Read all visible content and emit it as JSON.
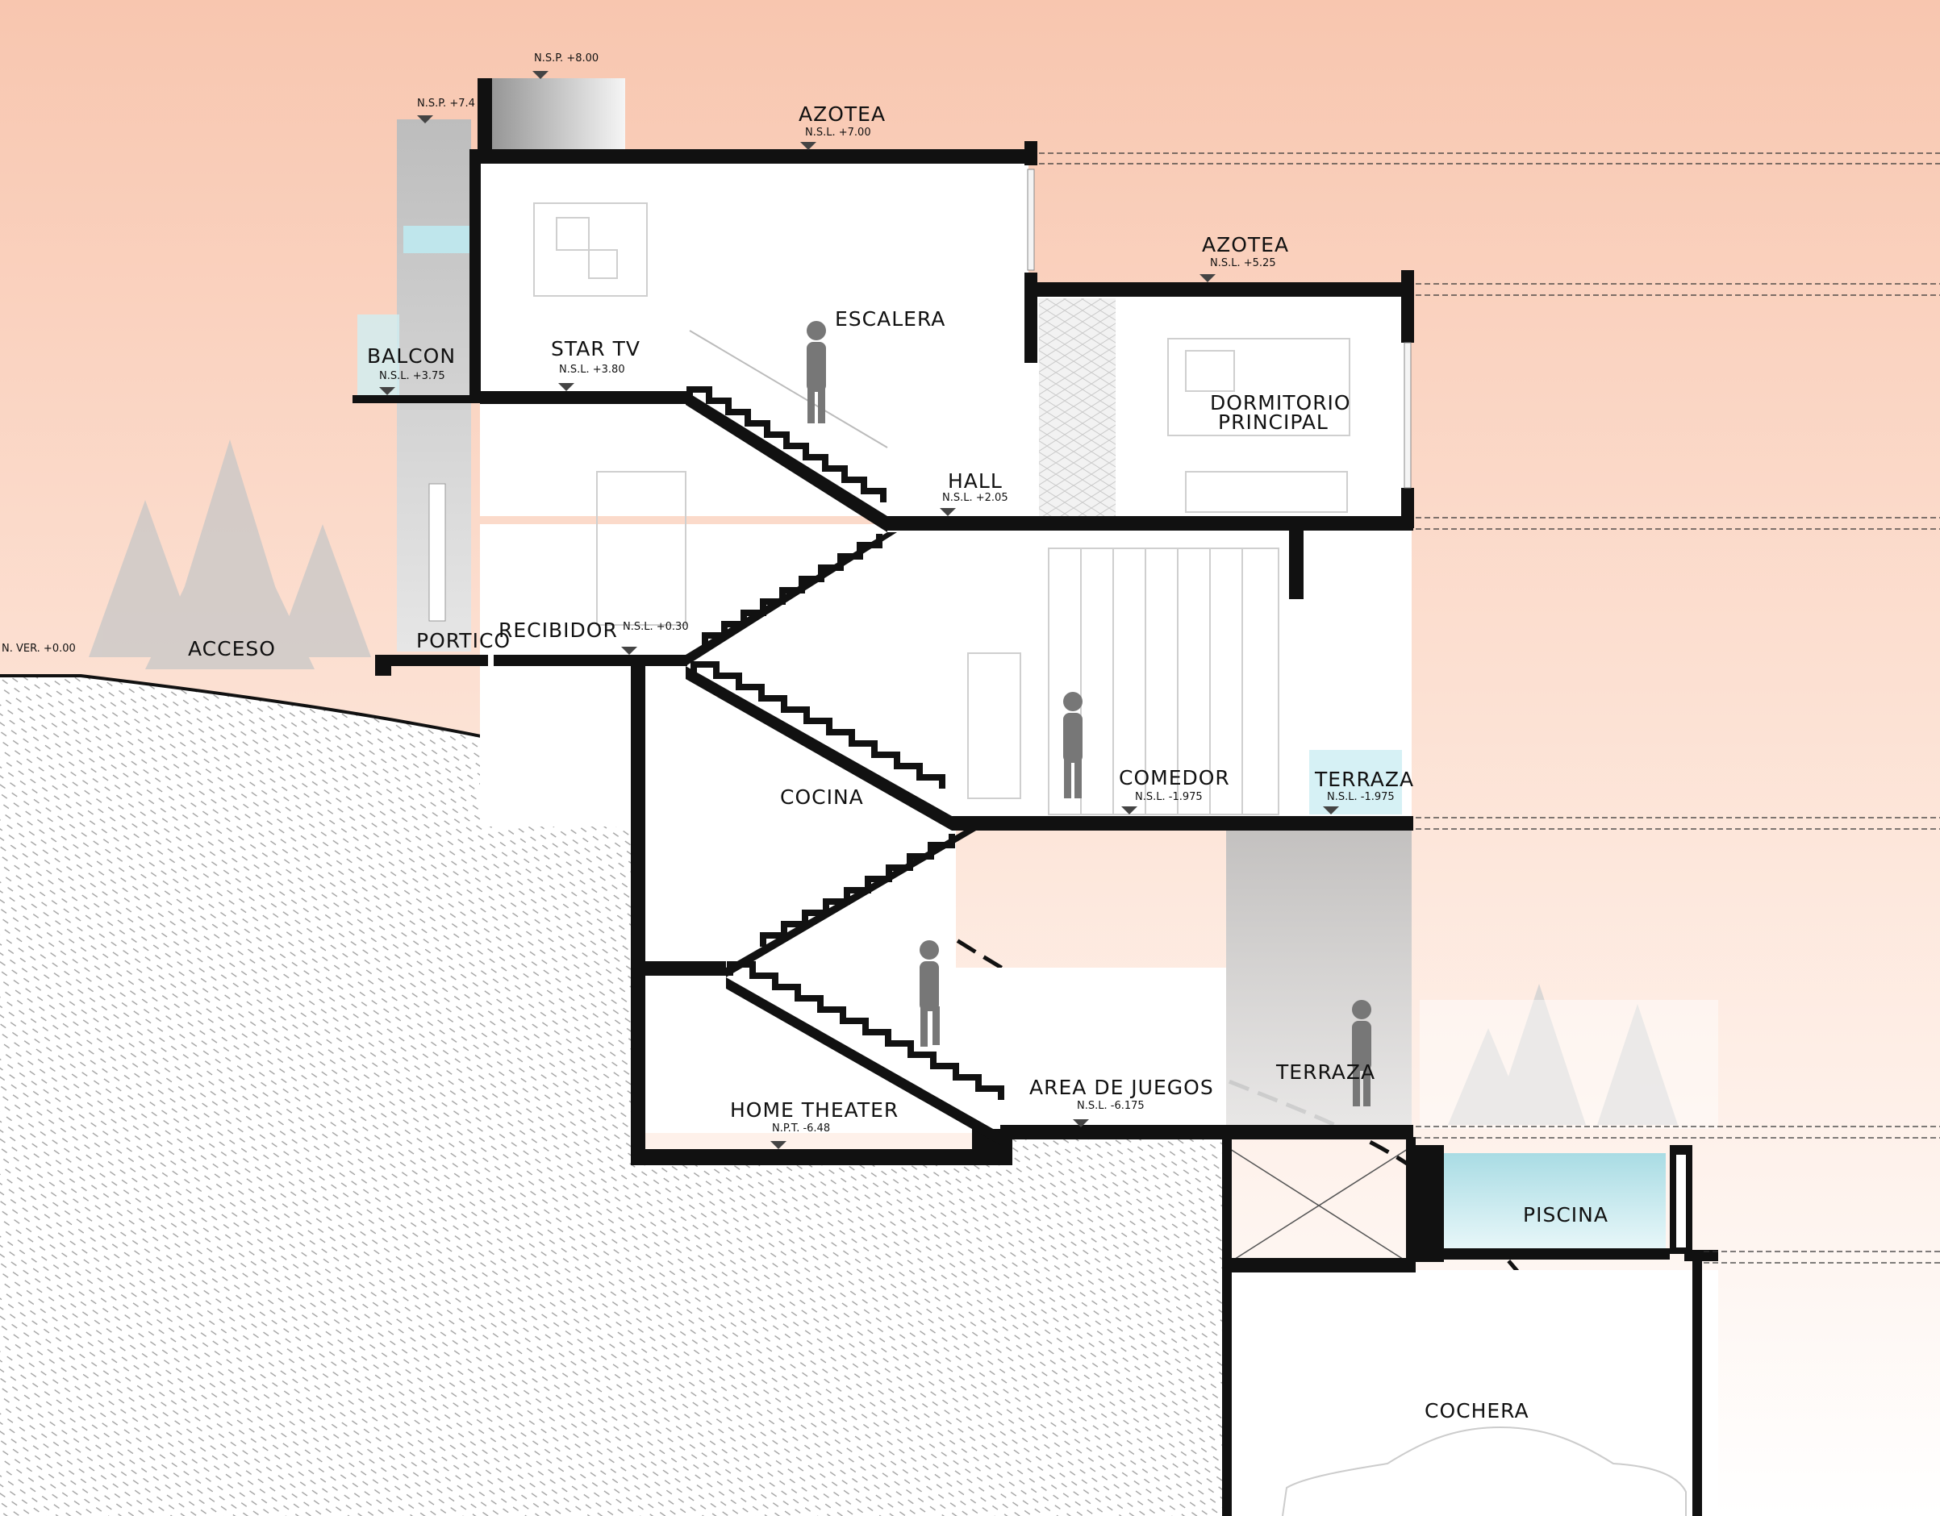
{
  "diagram": {
    "rooms": {
      "azotea_top": "AZOTEA",
      "azotea_mid": "AZOTEA",
      "escalera": "ESCALERA",
      "balcon": "BALCON",
      "star_tv": "STAR TV",
      "hall": "HALL",
      "dormitorio_1": "DORMITORIO",
      "dormitorio_2": "PRINCIPAL",
      "acceso": "ACCESO",
      "portico": "PORTICO",
      "recibidor": "RECIBIDOR",
      "cocina": "COCINA",
      "comedor": "COMEDOR",
      "terraza_upper": "TERRAZA",
      "home_theater": "HOME THEATER",
      "area_juegos": "AREA DE JUEGOS",
      "terraza_lower": "TERRAZA",
      "piscina": "PISCINA",
      "cochera": "COCHERA"
    },
    "levels": {
      "nsp_800": "N.S.P. +8.00",
      "nsp_74": "N.S.P. +7.4",
      "azotea_top": "N.S.L. +7.00",
      "azotea_mid": "N.S.L. +5.25",
      "balcon": "N.S.L. +3.75",
      "star_tv": "N.S.L. +3.80",
      "hall": "N.S.L. +2.05",
      "ground": "N. VER. +0.00",
      "recibidor": "N.S.L. +0.30",
      "comedor": "N.S.L. -1.975",
      "terraza_upper": "N.S.L. -1.975",
      "home_theater": "N.P.T. -6.48",
      "area_juegos": "N.S.L. -6.175"
    },
    "colors": {
      "sky_top": "#f9c9b3",
      "sky_bottom": "#ffffff",
      "wall": "#111111",
      "water": "#bfe6ec",
      "tree": "#c8c8c8"
    }
  }
}
